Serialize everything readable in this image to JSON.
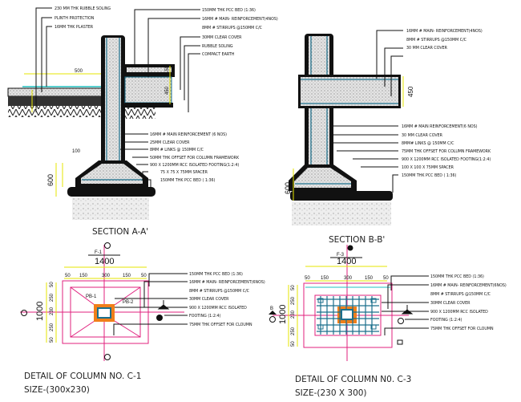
{
  "colors": {
    "line": "#111111",
    "rebar": "#1b6f8c",
    "dimension": "#e6e600",
    "grid": "#e0207e",
    "column": "#f07f1a",
    "concrete_fill": "#d8d8d8"
  },
  "section_a": {
    "title": "SECTION A-A'",
    "labels_left": [
      "230 MM THK RUBBLE SOLING",
      "PLINTH PROTECTION",
      "16MM THK PLASTER"
    ],
    "labels_top": [
      "150MM THK PCC BED (1:36)",
      "16MM # MAIN- REINFORCEMENT(4NOS)",
      "8MM # STIRRUPS @150MM C/C",
      "30MM CLEAR COVER",
      "RUBBLE SOLING",
      "COMPACT EARTH"
    ],
    "labels_bottom": [
      "16MM # MAIN REINFORCEMENT (6 NOS)",
      "25MM CLEAR COVER",
      "8MM # LINKS @ 150MM C/C",
      "50MM THK OFFSET FOR COLUMN FRAMEWORK",
      "900 X 1200MM RCC ISOLATED FOOTING(1:2:4)",
      "75 X 75 X 75MM SPACER",
      "150MM THK PCC BED ( 1:36)"
    ],
    "dims": {
      "plinth": "500",
      "beam_top": "150",
      "beam": "450",
      "footing": "600",
      "offset": "100"
    }
  },
  "section_b": {
    "title": "SECTION B-B'",
    "labels_top": [
      "16MM # MAIN- REINFORCEMENT(4NOS)",
      "8MM # STIRRUPS @150MM C/C",
      "30 MM CLEAR COVER"
    ],
    "labels_bottom": [
      "16MM # MAIN REINFORCEMENT(6 NOS)",
      "30 MM CLEAR COVER",
      "8MM# LINKS @ 150MM C/C",
      "75MM THK OFFSET FOR COLUMN FRAMEWORK",
      "900 X 1200MM RCC ISOLATED FOOTING(1:2:4)",
      "100 X 100 X 75MM SPACER",
      "150MM THK PCC BED ( 1:36)"
    ],
    "dims": {
      "beam": "450",
      "footing": "600"
    }
  },
  "detail_c1": {
    "title": "DETAIL OF COLUMN NO. C-1",
    "size": "SIZE-(300x230)",
    "labels": [
      "150MM THK PCC BED (1:36)",
      "16MM # MAIN- REINFORCEMENT(6NOS)",
      "8MM # STIRRUPS @150MM C/C",
      "30MM CLEAR COVER",
      "900 X 1200MM RCC ISOLATED",
      "FOOTING (1:2:4)",
      "75MM THK OFFSET FOR CLOUMN"
    ],
    "width": "1400",
    "depth": "1000",
    "sub_dims_top": [
      "50",
      "150",
      "300",
      "150",
      "50"
    ],
    "sub_dims_left": [
      "50",
      "250",
      "230",
      "250",
      "50"
    ],
    "tags": [
      "F-1",
      "PB-1",
      "PB-2"
    ]
  },
  "detail_c3": {
    "title": "DETAIL OF COLUMN N0. C-3",
    "size": "SIZE-(230 X 300)",
    "labels": [
      "150MM THK PCC BED (1:36)",
      "16MM # MAIN- REINFORCEMENT(6NOS)",
      "8MM # STIRRUPS @150MM C/C",
      "30MM CLEAR COVER",
      "900 X 1200MM RCC ISOLATED",
      "FOOTING (1:2:4)",
      "75MM THK OFFSET FOR CLOUMN"
    ],
    "width": "1400",
    "depth": "1000",
    "sub_dims_top": [
      "50",
      "150",
      "300",
      "150",
      "50"
    ],
    "sub_dims_left": [
      "50",
      "250",
      "230",
      "250",
      "50"
    ],
    "tags": [
      "F-3",
      "B",
      "B"
    ]
  }
}
